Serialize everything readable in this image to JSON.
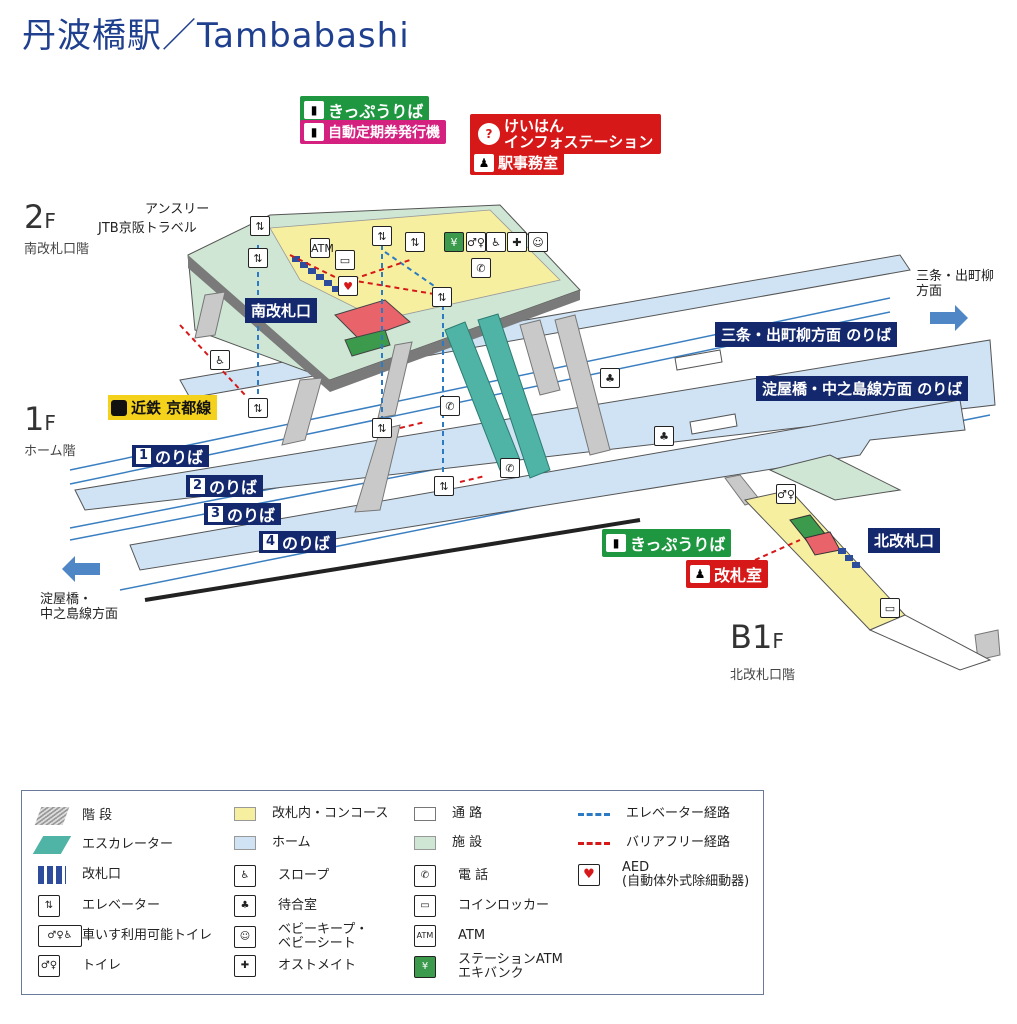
{
  "title": "丹波橋駅／Tambabashi",
  "floors": {
    "f2": {
      "label": "2",
      "suffix": "F",
      "sub": "南改札口階"
    },
    "f1": {
      "label": "1",
      "suffix": "F",
      "sub": "ホーム階"
    },
    "b1": {
      "label": "B1",
      "suffix": "F",
      "sub": "北改札口階"
    }
  },
  "facilities": {
    "ticket_sales_top": "きっぷうりば",
    "commuter_pass": "自動定期券発行機",
    "info_station": "けいはん\nインフォステーション",
    "station_office": "駅事務室",
    "ansurii": "アンスリー",
    "jtb": "JTB京阪トラベル",
    "south_gate": "南改札口",
    "north_gate": "北改札口",
    "ticket_sales_north": "きっぷうりば",
    "gate_office": "改札室",
    "kintetsu": "近鉄 京都線"
  },
  "platforms": {
    "sanjo_dir": "三条・出町柳方面 のりば",
    "yodoyabashi_dir": "淀屋橋・中之島線方面 のりば",
    "p1": {
      "num": "1",
      "label": "のりば"
    },
    "p2": {
      "num": "2",
      "label": "のりば"
    },
    "p3": {
      "num": "3",
      "label": "のりば"
    },
    "p4": {
      "num": "4",
      "label": "のりば"
    }
  },
  "directions": {
    "east": "三条・出町柳\n方面",
    "west": "淀屋橋・\n中之島線方面"
  },
  "legend": {
    "stairs": "階 段",
    "escalator": "エスカレーター",
    "ticket_gate": "改札口",
    "elevator": "エレベーター",
    "accessible_toilet": "車いす利用可能トイレ",
    "toilet": "トイレ",
    "concourse": "改札内・コンコース",
    "platform": "ホーム",
    "slope": "スロープ",
    "waiting_room": "待合室",
    "baby_keep": "ベビーキープ・\nベビーシート",
    "ostomate": "オストメイト",
    "passage": "通 路",
    "facility": "施 設",
    "phone": "電 話",
    "coin_locker": "コインロッカー",
    "atm": "ATM",
    "station_atm": "ステーションATM\nエキバンク",
    "elevator_route": "エレベーター経路",
    "barrier_free_route": "バリアフリー経路",
    "aed": "AED\n(自動体外式除細動器)"
  },
  "colors": {
    "navy": "#14296d",
    "green": "#1f9640",
    "magenta": "#d42180",
    "red": "#d71818",
    "platform_fill": "#cfe3f4",
    "concourse_fill": "#f6efa0",
    "facility_fill": "#cfe6d4",
    "escalator": "#4fb3a6"
  }
}
